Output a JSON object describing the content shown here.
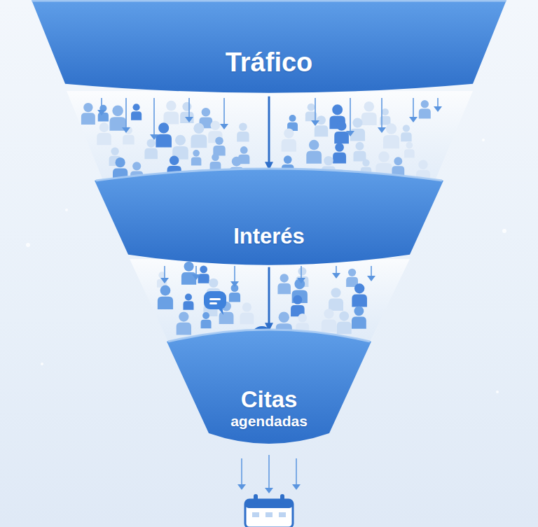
{
  "diagram": {
    "nodes": [
      {
        "text": [
          "Tráfico"
        ]
      },
      {
        "text": [
          "Interés"
        ]
      },
      {
        "text": [
          "Citas",
          "agendadas"
        ]
      }
    ],
    "edges": [
      {
        "from": 0,
        "to": 1,
        "arrow": "to"
      },
      {
        "from": 1,
        "to": 2,
        "arrow": "to"
      }
    ]
  }
}
